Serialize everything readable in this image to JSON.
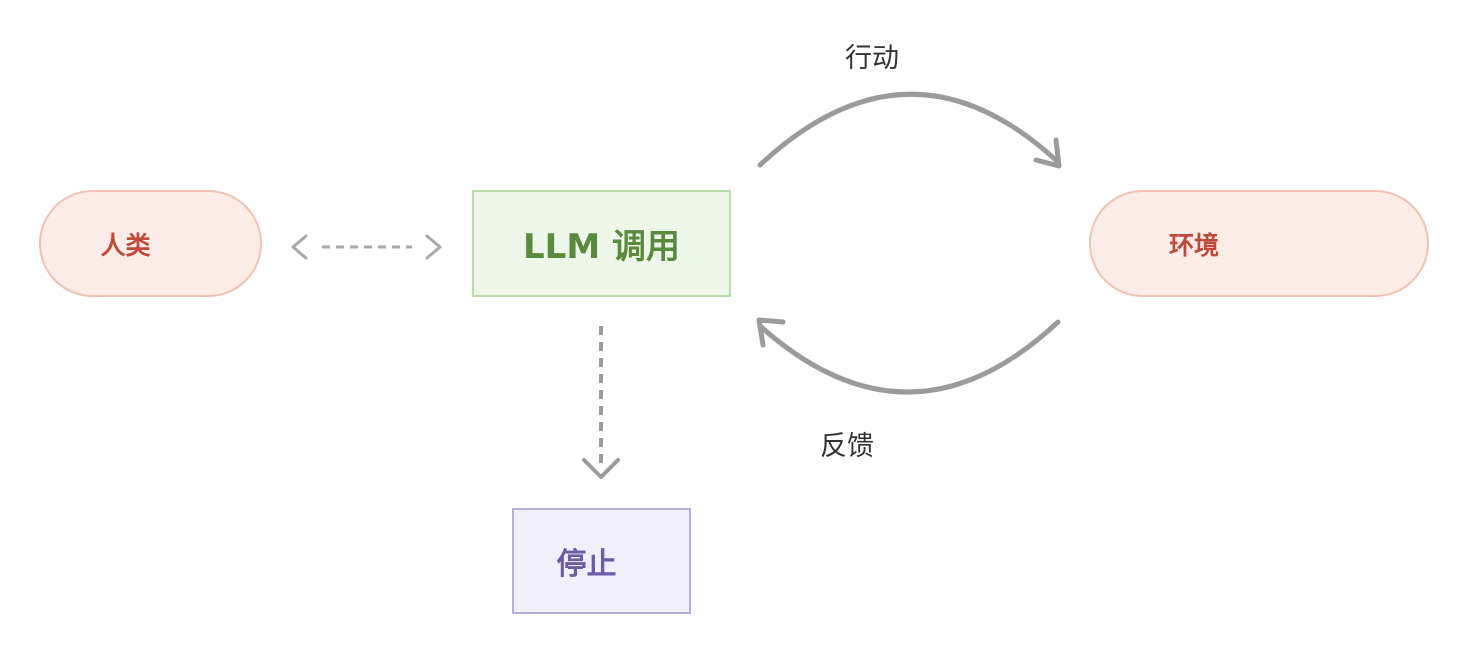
{
  "diagram": {
    "nodes": {
      "human": {
        "label": "人类"
      },
      "llm": {
        "label": "LLM 调用"
      },
      "environment": {
        "label": "环境"
      },
      "stop": {
        "label": "停止"
      }
    },
    "edges": {
      "action": {
        "label": "行动"
      },
      "feedback": {
        "label": "反馈"
      }
    }
  },
  "colors": {
    "pill_fill": "#fbece8",
    "pill_border": "#eec2b4",
    "pill_text": "#c0493a",
    "llm_fill": "#edf6e9",
    "llm_border": "#b9dca8",
    "llm_text": "#5a8a3c",
    "stop_fill": "#f1eff9",
    "stop_border": "#b8acdc",
    "stop_text": "#6c5ba8",
    "arrow": "#9b9b9b"
  }
}
